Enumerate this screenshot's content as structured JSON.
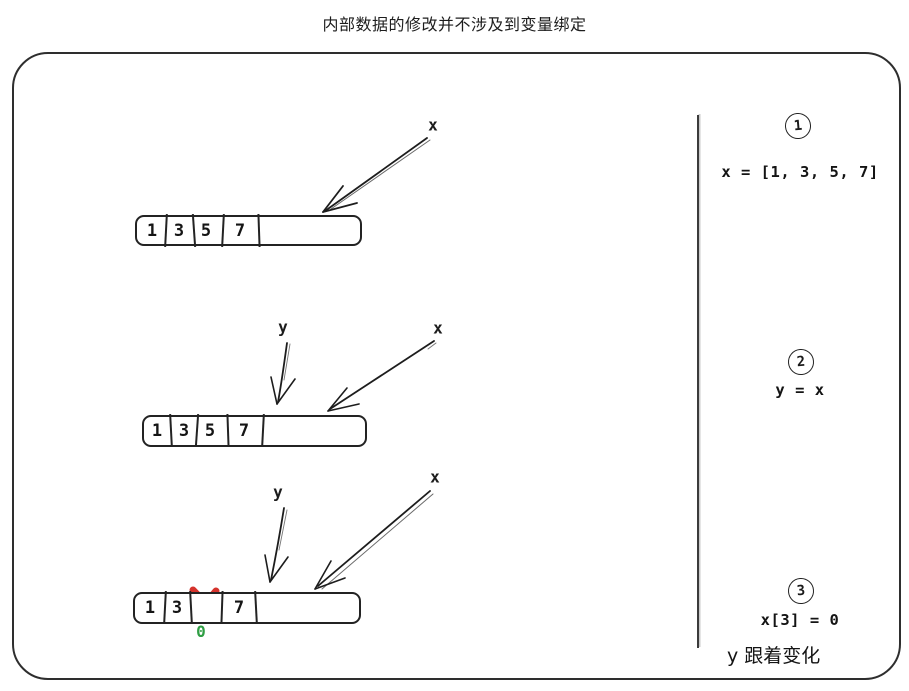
{
  "title": "内部数据的修改并不涉及到变量绑定",
  "colors": {
    "ink": "#1d1d1d",
    "cross_red": "#d5332c",
    "new_value_green": "#2f9e44"
  },
  "diagrams": [
    {
      "pointers": [
        "x"
      ],
      "cells": [
        "1",
        "3",
        "5",
        "7"
      ]
    },
    {
      "pointers": [
        "y",
        "x"
      ],
      "cells": [
        "1",
        "3",
        "5",
        "7"
      ]
    },
    {
      "pointers": [
        "y",
        "x"
      ],
      "cells": [
        "1",
        "3",
        "",
        "7"
      ],
      "crossed_cell_index": 2,
      "new_value": "0"
    }
  ],
  "steps": [
    {
      "num": "1",
      "code": "x = [1, 3, 5, 7]"
    },
    {
      "num": "2",
      "code": "y = x"
    },
    {
      "num": "3",
      "code": "x[3] = 0",
      "note": "y 跟着变化"
    }
  ]
}
